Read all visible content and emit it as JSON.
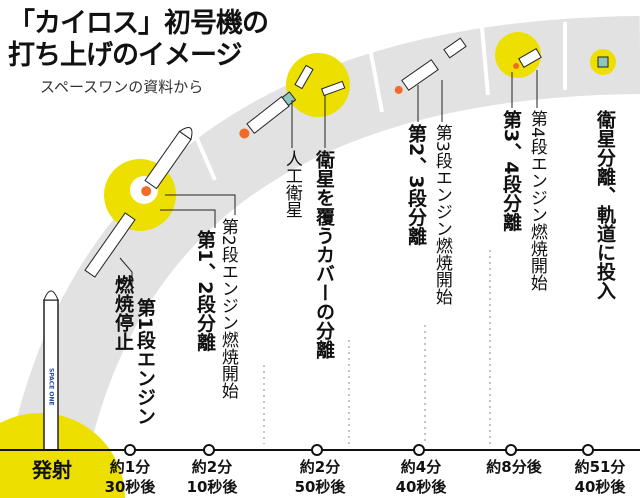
{
  "title": {
    "line1": "「カイロス」初号機の",
    "line2": "打ち上げのイメージ",
    "source": "スペースワンの資料から"
  },
  "rocket_logo": "SPACE ONE",
  "events": [
    {
      "name": "launch",
      "label": "発射",
      "time": ""
    },
    {
      "name": "stage1-cutoff",
      "label": "第1段エンジン燃焼停止",
      "col1": "第1段エンジン",
      "col2": "燃焼停止",
      "time1": "約1分",
      "time2": "30秒後"
    },
    {
      "name": "stage2-ignition",
      "bold": "第1、2段分離",
      "regular": "第2段エンジン燃焼開始",
      "time1": "約2分",
      "time2": "10秒後"
    },
    {
      "name": "fairing-sep",
      "bold": "衛星を覆うカバーの分離",
      "regular": "人工衛星",
      "time1": "約2分",
      "time2": "50秒後"
    },
    {
      "name": "stage3-ignition",
      "bold": "第2、3段分離",
      "regular": "第3段エンジン燃焼開始",
      "time1": "約4分",
      "time2": "40秒後"
    },
    {
      "name": "stage4-ignition",
      "bold": "第3、4段分離",
      "regular": "第4段エンジン燃焼開始",
      "time1": "約8分後",
      "time2": ""
    },
    {
      "name": "satellite-sep",
      "bold": "衛星分離、軌道に投入",
      "time1": "約51分",
      "time2": "40秒後"
    }
  ],
  "colors": {
    "accent": "#e8d800",
    "band": "#e2e2e2"
  }
}
